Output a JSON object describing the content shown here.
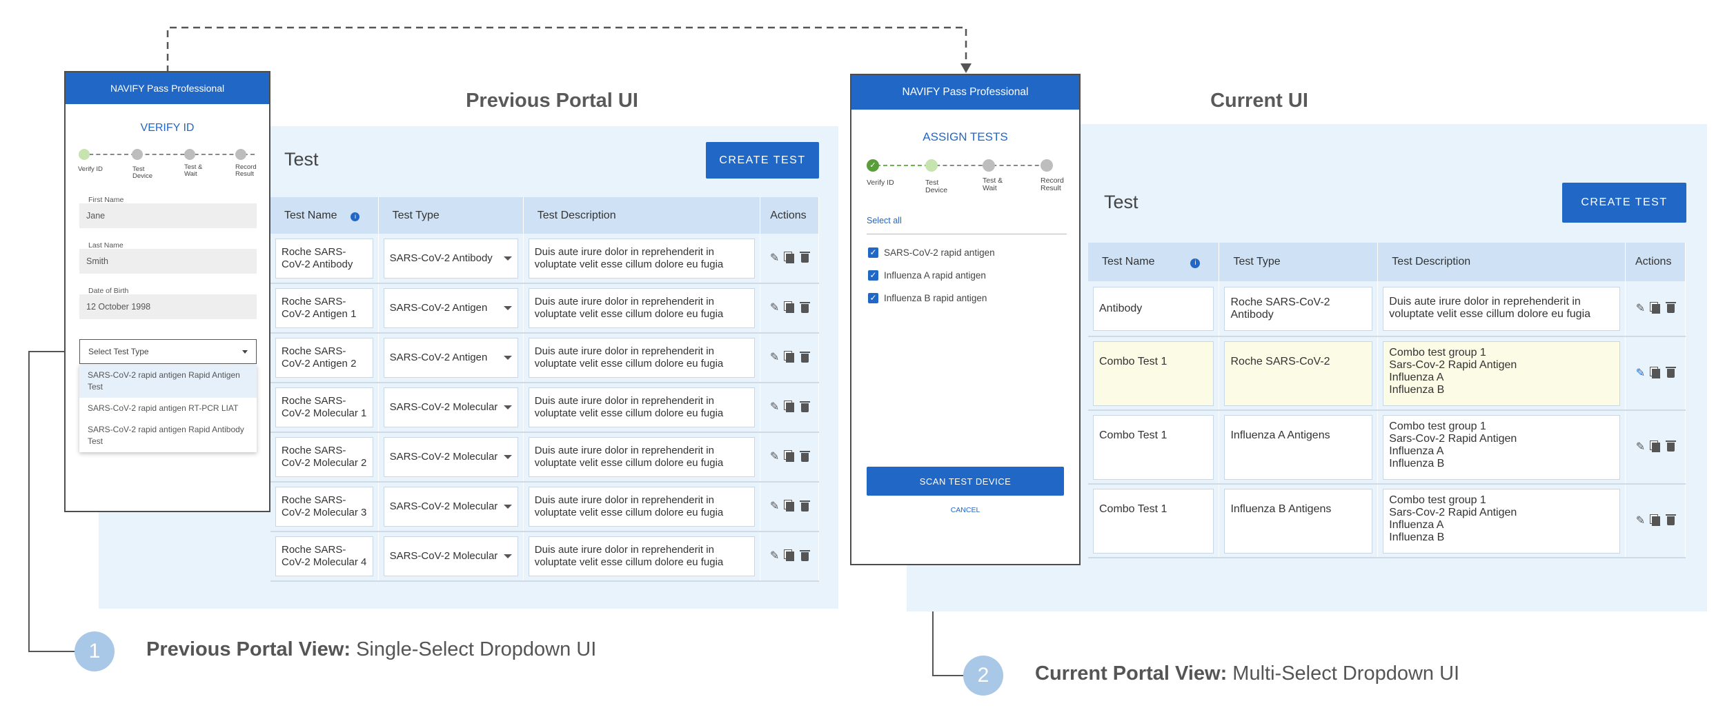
{
  "headings": {
    "previous": "Previous Portal UI",
    "current": "Current UI"
  },
  "prev_portal": {
    "title": "Test",
    "create_button": "CREATE TEST",
    "columns": [
      "Test Name",
      "Test Type",
      "Test Description",
      "Actions"
    ],
    "rows": [
      {
        "name": "Roche SARS-CoV-2 Antibody",
        "type": "SARS-CoV-2 Antibody",
        "desc": "Duis aute irure dolor in reprehenderit in voluptate velit esse cillum dolore eu fugia"
      },
      {
        "name": "Roche SARS-CoV-2 Antigen 1",
        "type": "SARS-CoV-2 Antigen",
        "desc": "Duis aute irure dolor in reprehenderit in voluptate velit esse cillum dolore eu fugia"
      },
      {
        "name": "Roche SARS-CoV-2 Antigen 2",
        "type": "SARS-CoV-2 Antigen",
        "desc": "Duis aute irure dolor in reprehenderit in voluptate velit esse cillum dolore eu fugia"
      },
      {
        "name": "Roche SARS-CoV-2 Molecular 1",
        "type": "SARS-CoV-2 Molecular",
        "desc": "Duis aute irure dolor in reprehenderit in voluptate velit esse cillum dolore eu fugia"
      },
      {
        "name": "Roche SARS-CoV-2 Molecular 2",
        "type": "SARS-CoV-2 Molecular",
        "desc": "Duis aute irure dolor in reprehenderit in voluptate velit esse cillum dolore eu fugia"
      },
      {
        "name": "Roche SARS-CoV-2 Molecular 3",
        "type": "SARS-CoV-2 Molecular",
        "desc": "Duis aute irure dolor in reprehenderit in voluptate velit esse cillum dolore eu fugia"
      },
      {
        "name": "Roche SARS-CoV-2 Molecular 4",
        "type": "SARS-CoV-2 Molecular",
        "desc": "Duis aute irure dolor in reprehenderit in voluptate velit esse cillum dolore eu fugia"
      }
    ]
  },
  "curr_portal": {
    "title": "Test",
    "create_button": "CREATE TEST",
    "columns": [
      "Test Name",
      "Test Type",
      "Test Description",
      "Actions"
    ],
    "rows": [
      {
        "name": "Antibody",
        "type": "Roche SARS-CoV-2 Antibody",
        "desc": "Duis aute irure dolor in reprehenderit in voluptate velit esse cillum dolore eu fugia"
      },
      {
        "name": "Combo Test 1",
        "type": "Roche SARS-CoV-2",
        "desc": "Combo test group 1\nSars-Cov-2 Rapid Antigen\nInfluenza A\nInfluenza B"
      },
      {
        "name": "Combo Test 1",
        "type": "Influenza A Antigens",
        "desc": "Combo test group 1\nSars-Cov-2 Rapid Antigen\nInfluenza A\nInfluenza B"
      },
      {
        "name": "Combo Test 1",
        "type": "Influenza B Antigens",
        "desc": "Combo test group 1\nSars-Cov-2 Rapid Antigen\nInfluenza A\nInfluenza B"
      }
    ]
  },
  "phone1": {
    "header": "NAVIFY Pass Professional",
    "title": "VERIFY ID",
    "steps": [
      "Verify ID",
      "Test Device",
      "Test & Wait",
      "Record Result"
    ],
    "first_name_label": "First Name",
    "first_name": "Jane",
    "last_name_label": "Last Name",
    "last_name": "Smith",
    "dob_label": "Date of Birth",
    "dob": "12 October 1998",
    "select_placeholder": "Select Test Type",
    "options": [
      "SARS-CoV-2 rapid antigen Rapid Antigen Test",
      "SARS-CoV-2 rapid antigen RT-PCR LIAT",
      "SARS-CoV-2 rapid antigen Rapid Antibody Test"
    ]
  },
  "phone2": {
    "header": "NAVIFY Pass Professional",
    "title": "ASSIGN TESTS",
    "steps": [
      "Verify ID",
      "Test Device",
      "Test & Wait",
      "Record Result"
    ],
    "select_all": "Select all",
    "checks": [
      "SARS-CoV-2 rapid antigen",
      "Influenza A rapid antigen",
      "Influenza B rapid antigen"
    ],
    "scan_button": "SCAN TEST DEVICE",
    "cancel": "CANCEL"
  },
  "captions": {
    "one_num": "1",
    "one_bold": "Previous Portal View:",
    "one_rest": " Single-Select Dropdown UI",
    "two_num": "2",
    "two_bold": "Current Portal View:",
    "two_rest": " Multi-Select Dropdown UI"
  },
  "colors": {
    "brand_blue": "#2167c6",
    "panel_bg": "#e9f3fc",
    "header_row": "#cfe2f5",
    "step_done": "#5a9e3a",
    "step_active": "#c6e3b0",
    "highlight_row": "#fbfbe6"
  },
  "icons": {
    "edit": "edit-icon",
    "copy": "copy-icon",
    "delete": "trash-icon",
    "info": "info-icon",
    "dropdown": "chevron-down-icon",
    "check": "check-icon"
  }
}
